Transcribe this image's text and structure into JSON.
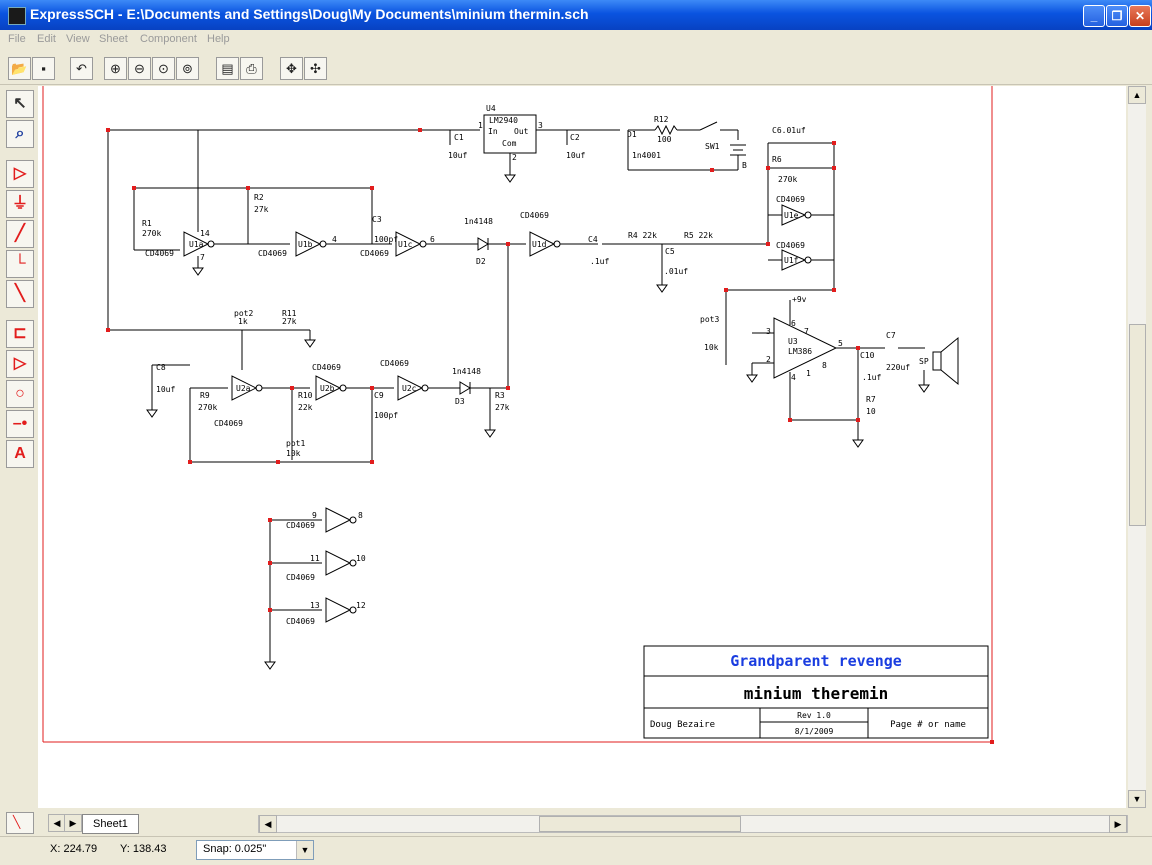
{
  "window": {
    "title": "ExpressSCH - E:\\Documents and Settings\\Doug\\My Documents\\minium thermin.sch"
  },
  "menu": [
    "File",
    "Edit",
    "View",
    "Sheet",
    "Component",
    "Help"
  ],
  "toolbar_icons": [
    "open-folder-icon",
    "save-icon",
    "undo-icon",
    "zoom-in-icon",
    "zoom-out-icon",
    "zoom-fit-icon",
    "zoom-area-icon",
    "properties-icon",
    "print-icon",
    "pan-icon",
    "move-icon"
  ],
  "left_tools": [
    "select-arrow-icon",
    "zoom-select-icon",
    "component-icon",
    "ground-icon",
    "wire-icon",
    "bus-icon",
    "line-icon",
    "connector-icon",
    "port-icon",
    "circle-icon",
    "junction-icon",
    "text-icon"
  ],
  "accent_color": "#e21d1d",
  "schematic": {
    "ics": [
      {
        "ref": "U4",
        "part": "LM2940",
        "pins": [
          "In",
          "Out",
          "Com",
          "1",
          "3",
          "2"
        ]
      },
      {
        "ref": "U3",
        "part": "LM386",
        "pins": [
          "2",
          "3",
          "4",
          "5",
          "6",
          "7",
          "8",
          "1"
        ]
      }
    ],
    "labels": [
      "C1",
      "10uf",
      "C2",
      "10uf",
      "D1",
      "1n4001",
      "R12",
      "100",
      "SW1",
      "B",
      "C6.01uf",
      "R6",
      "270k",
      "R1",
      "270k",
      "CD4069",
      "R2",
      "27k",
      "C3",
      "100pf",
      "1n4148",
      "D2",
      "CD4069",
      "C4",
      ".1uf",
      "R4 22k",
      "R5 22k",
      "C5",
      ".01uf",
      "CD4069",
      "U1",
      "pot2",
      "1k",
      "R11",
      "27k",
      "pot3",
      "10k",
      "+9v",
      "C7",
      "220uf",
      "C10",
      ".1uf",
      "SP",
      "R7",
      "10",
      "C8",
      "10uf",
      "R9",
      "270k",
      "R10",
      "22k",
      "C9",
      "100pf",
      "D3",
      "R3",
      "27k",
      "pot1",
      "10k",
      "9",
      "8",
      "11",
      "10",
      "13",
      "12",
      "14",
      "7",
      "4",
      "6",
      "U1a",
      "U1b",
      "U1c",
      "U1d",
      "U1e",
      "U1f",
      "U2a",
      "U2b",
      "U2c",
      "LM386"
    ]
  },
  "title_block": {
    "project": "Grandparent revenge",
    "name": "minium theremin",
    "author": "Doug Bezaire",
    "rev": "Rev 1.0",
    "date": "8/1/2009",
    "page": "Page # or name"
  },
  "sheet_tab": "Sheet1",
  "status": {
    "x": "X: 224.79",
    "y": "Y: 138.43",
    "snap": "Snap: 0.025\""
  }
}
